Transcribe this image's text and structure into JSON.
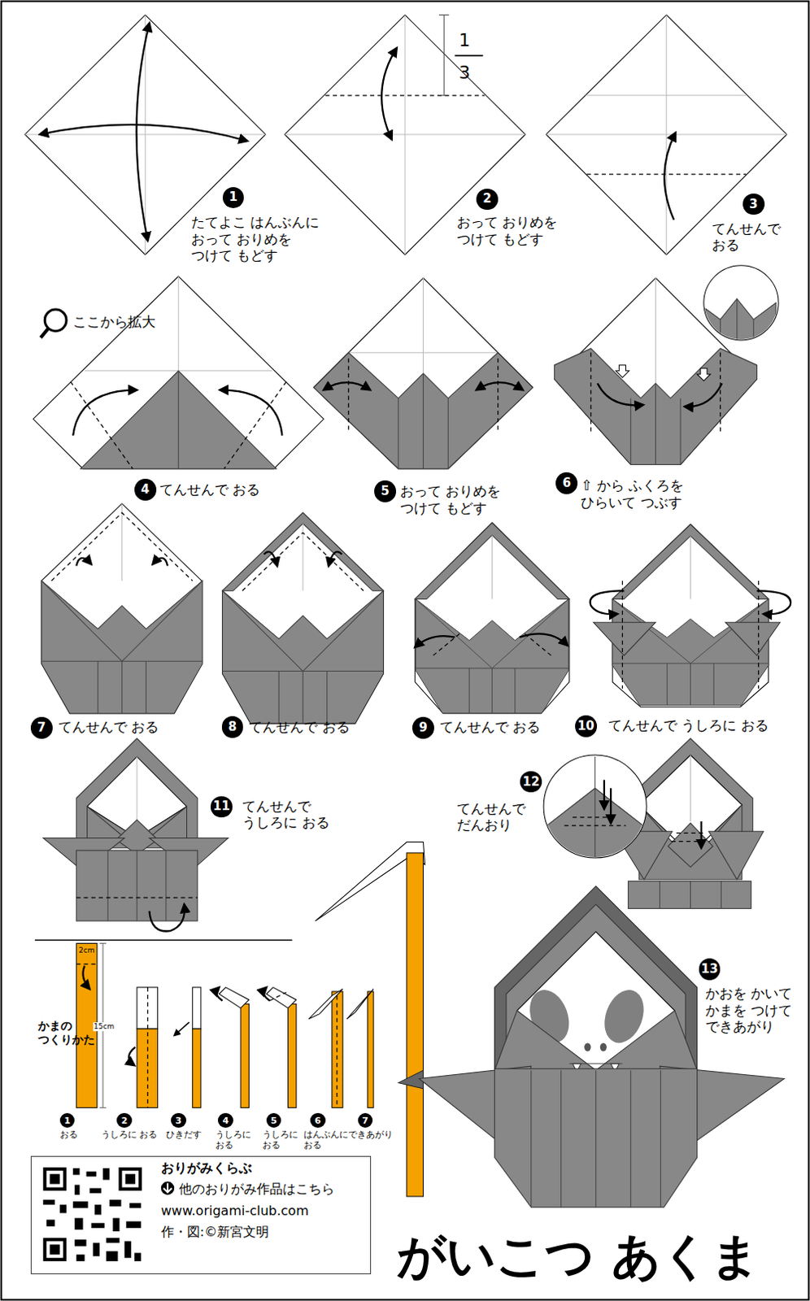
{
  "diagram": {
    "title": "がいこつ あくま",
    "nodes": [
      {
        "text": [
          "1"
        ]
      },
      {
        "text": [
          "2"
        ]
      },
      {
        "text": [
          "3"
        ]
      },
      {
        "text": [
          "4"
        ]
      },
      {
        "text": [
          "5"
        ]
      },
      {
        "text": [
          "6"
        ]
      },
      {
        "text": [
          "7"
        ]
      },
      {
        "text": [
          "8"
        ]
      },
      {
        "text": [
          "9"
        ]
      },
      {
        "text": [
          "10"
        ]
      },
      {
        "text": [
          "11"
        ]
      },
      {
        "text": [
          "12"
        ]
      },
      {
        "text": [
          "13"
        ]
      },
      {
        "text": [
          "1"
        ]
      },
      {
        "text": [
          "2"
        ]
      },
      {
        "text": [
          "3"
        ]
      },
      {
        "text": [
          "4"
        ]
      },
      {
        "text": [
          "5"
        ]
      },
      {
        "text": [
          "6"
        ]
      },
      {
        "text": [
          "7"
        ]
      },
      {
        "text": [
          "おりがみくらぶ",
          "他のおりがみ作品はこちら",
          "www.origami-club.com",
          "作・図:©新宮文明"
        ]
      }
    ],
    "labels": [
      "1",
      "3",
      "たてよこ はんぶんに おって おりめを つけて もどす",
      "おって おりめを つけて もどす",
      "てんせんで おる",
      "ここから拡大",
      "てんせんで おる",
      "おって おりめを つけて もどす",
      "⇧ から ふくろを ひらいて つぶす",
      "てんせんで おる",
      "てんせんで おる",
      "てんせんで おる",
      "てんせんで うしろに おる",
      "てんせんで うしろに おる",
      "てんせんで だんおり",
      "かおを かいて かまを つけて できあがり",
      "かまの つくりかた",
      "2cm",
      "15cm",
      "おる",
      "うしろに おる",
      "ひきだす",
      "うしろに おる",
      "うしろに おる",
      "はんぶんに おる",
      "できあがり"
    ]
  }
}
